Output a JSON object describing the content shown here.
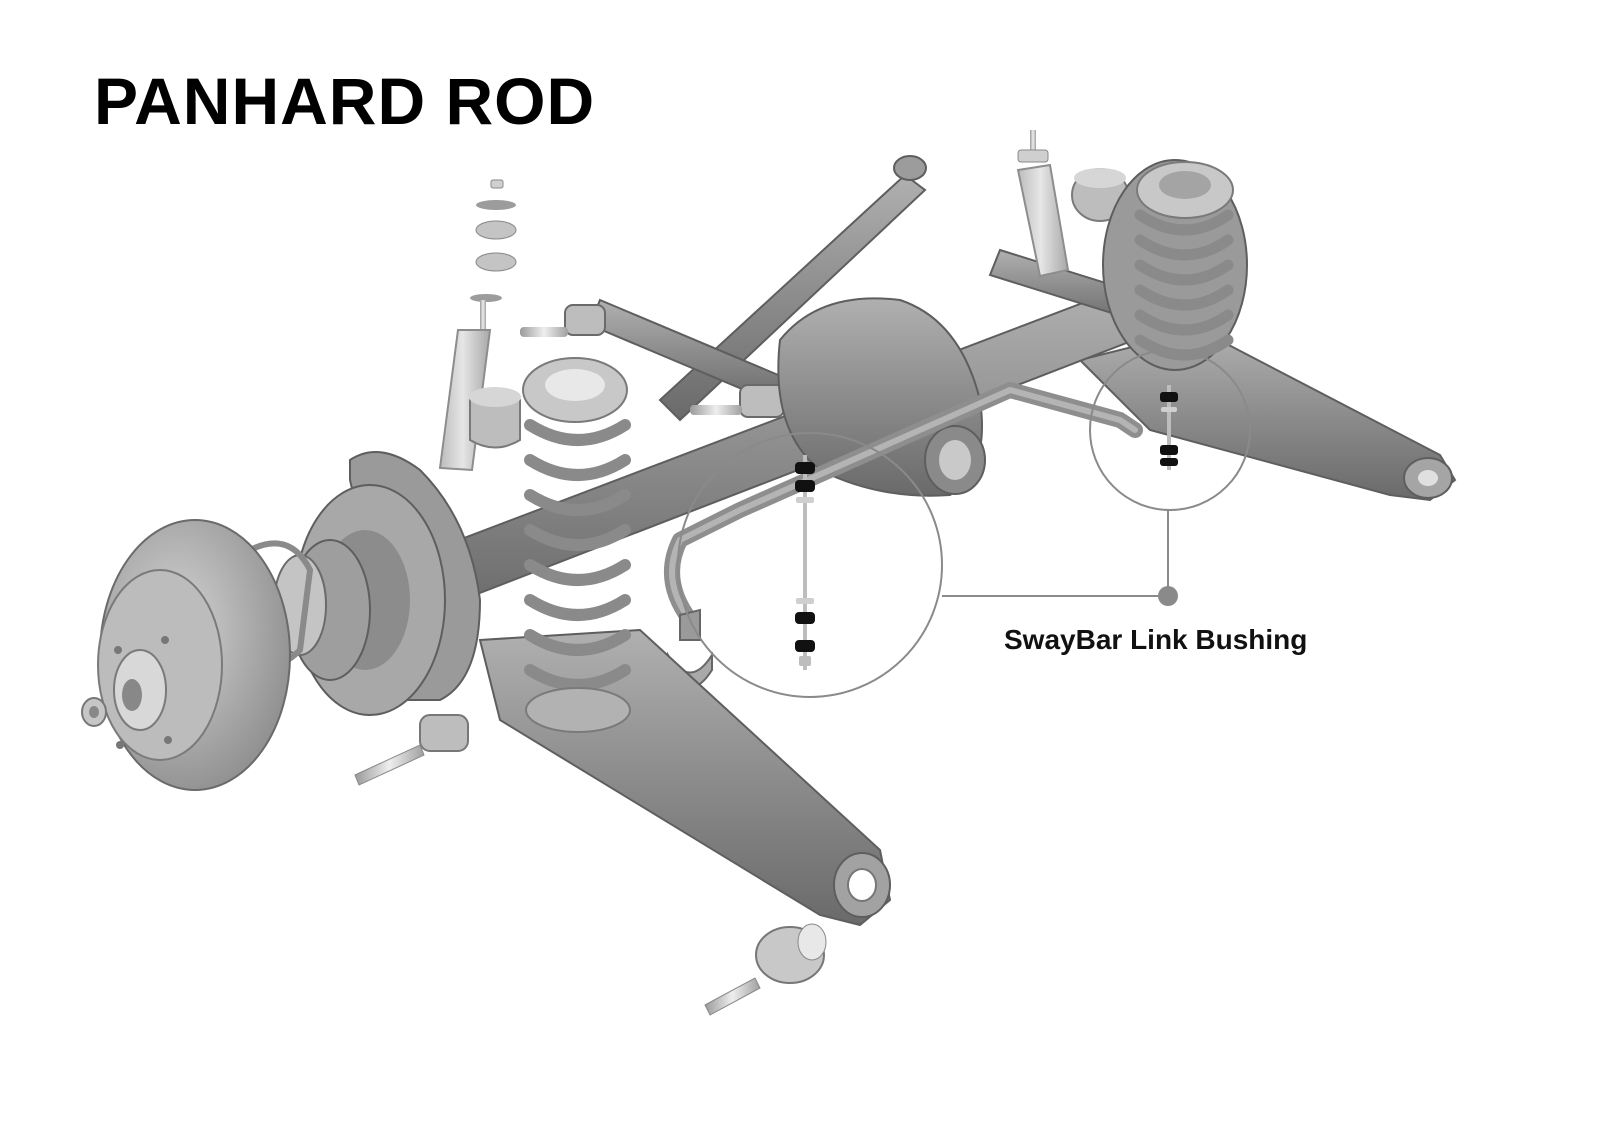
{
  "title": "PANHARD ROD",
  "callout": {
    "label": "SwayBar Link Bushing"
  },
  "colors": {
    "part": "#8f8f8f",
    "part_dark": "#6e6e6e",
    "part_light": "#b8b8b8",
    "chrome": "#c8c8c8",
    "bushing": "#111111",
    "leader": "#8a8a8a"
  },
  "parts": [
    "rear-axle-housing",
    "differential",
    "coil-spring-left",
    "coil-spring-right",
    "shock-absorber-left",
    "shock-absorber-right",
    "trailing-arm-left",
    "trailing-arm-right",
    "panhard-rod",
    "upper-control-arm",
    "brake-rotor",
    "brake-backing-plate",
    "sway-bar",
    "sway-bar-link-left",
    "sway-bar-link-right"
  ]
}
